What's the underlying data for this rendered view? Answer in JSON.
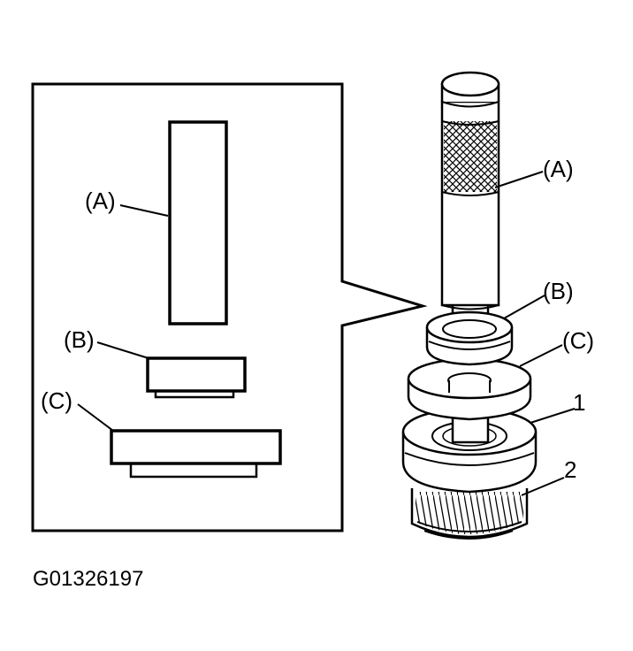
{
  "labels": {
    "inset_a": "(A)",
    "inset_b": "(B)",
    "inset_c": "(C)",
    "tool_a": "(A)",
    "tool_b": "(B)",
    "tool_c": "(C)",
    "part_1": "1",
    "part_2": "2"
  },
  "figure_id": "G01326197",
  "colors": {
    "line": "#000000",
    "background": "#ffffff"
  }
}
